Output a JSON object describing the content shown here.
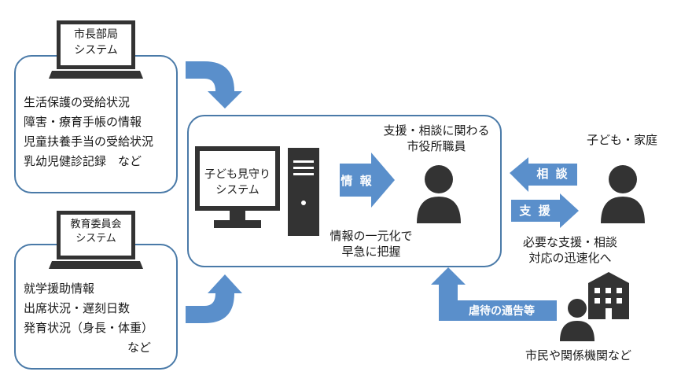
{
  "mayor_system": {
    "monitor_label": "市長部局\nシステム",
    "items": [
      "生活保護の受給状況",
      "障害・療育手帳の情報",
      "児童扶養手当の受給状況",
      "乳幼児健診記録　など"
    ]
  },
  "education_system": {
    "monitor_label": "教育委員会\nシステム",
    "items": [
      "就学援助情報",
      "出席状況・遅刻日数",
      "発育状況（身長・体重）",
      "など"
    ]
  },
  "center": {
    "system_label": "子ども見守り\nシステム",
    "info_arrow": "情 報",
    "unify_text": "情報の一元化で\n早急に把握",
    "staff_label": "支援・相談に関わる\n市役所職員"
  },
  "right": {
    "family_label": "子ども・家庭",
    "consult_arrow": "相 談",
    "support_arrow": "支 援",
    "speedup_text": "必要な支援・相談\n対応の迅速化へ",
    "report_arrow": "虐待の通告等",
    "citizens_label": "市民や関係機関など"
  },
  "colors": {
    "arrow": "#5a8fcb",
    "border": "#4a7aa8",
    "icon": "#333333"
  }
}
